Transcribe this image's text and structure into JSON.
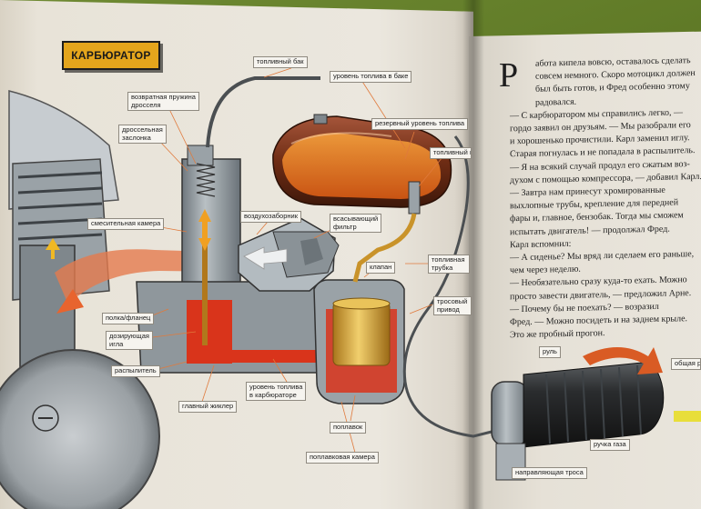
{
  "title": "КАРБЮРАТОР",
  "labels": {
    "fuel_tank": "топливный бак",
    "fuel_level_tank": "уровень топлива в баке",
    "return_spring_1": "возвратная пружина",
    "return_spring_2": "дросселя",
    "throttle_1": "дроссельная",
    "throttle_2": "заслонка",
    "reserve_level": "резервный уровень топлива",
    "fuel_tap": "топливный кран",
    "mixing_chamber": "смесительная камера",
    "air_intake": "воздухозаборник",
    "suction_filter_1": "всасывающий",
    "suction_filter_2": "фильтр",
    "fuel_pipe_1": "топливная",
    "fuel_pipe_2": "трубка",
    "valve": "клапан",
    "throttle_cable_1": "тросовый",
    "throttle_cable_2": "привод",
    "shelf_flange": "полка/фланец",
    "dosing_needle_1": "дозирующая",
    "dosing_needle_2": "игла",
    "sprayer": "распылитель",
    "main_jet": "главный жиклер",
    "fuel_level_carb_1": "уровень топлива",
    "fuel_level_carb_2": "в карбюраторе",
    "float": "поплавок",
    "float_chamber": "поплавковая камера",
    "handlebar": "руль",
    "throttle_grip": "ручка газа",
    "cable_guide": "направляющая троса",
    "brake": "общая ручка"
  },
  "text": {
    "dropcap": "Р",
    "lines": [
      "абота кипела вовсю, оставалось сделать",
      "совсем немного. Скоро мотоцикл должен",
      "был быть готов, и Фред особенно этому",
      "радовался.",
      "— С карбюратором мы справились легко, —",
      "гордо заявил он друзьям. — Мы разобрали его",
      "и хорошенько прочистили. Карл заменил иглу.",
      "Старая погнулась и не попадала в распылитель.",
      "— Я на всякий случай продул его сжатым воз-",
      "духом с помощью компрессора, — добавил Карл.",
      "— Завтра нам принесут хромированные",
      "выхлопные трубы, крепление для передней",
      "фары и, главное, бензобак. Тогда мы сможем",
      "испытать двигатель! — продолжал Фред.",
      "Карл вспомнил:",
      "— А сиденье? Мы вряд ли сделаем его раньше,",
      "чем через неделю.",
      "— Необязательно сразу куда-то ехать. Можно",
      "просто завести двигатель, — предложил Арне.",
      "— Почему бы не поехать? — возразил",
      "Фред. — Можно посидеть и на заднем крыле.",
      "Это же пробный прогон."
    ]
  },
  "colors": {
    "title_plate": "#e4a51c",
    "fuel": "#d9341b",
    "tank": "#8a3a1c",
    "metal": "#8d959b",
    "float": "#d4a53a"
  }
}
